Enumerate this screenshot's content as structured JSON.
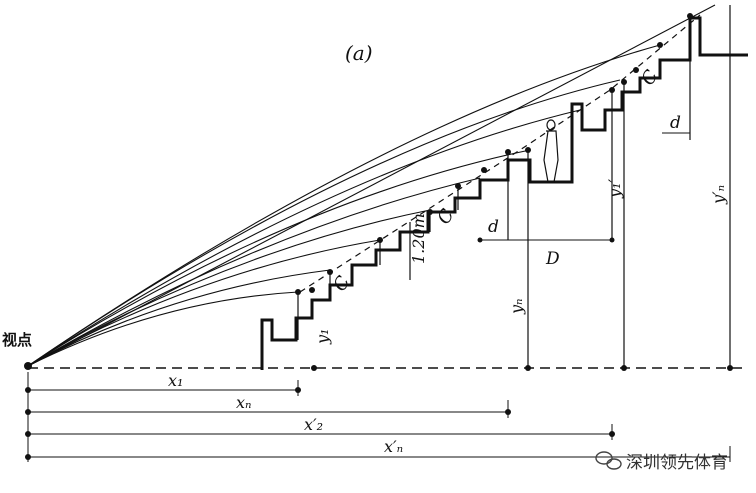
{
  "figure_label": "(a)",
  "viewpoint_label": "视点",
  "watermark": "深圳领先体育",
  "labels": {
    "C": "C",
    "d": "d",
    "D": "D",
    "height": "1.20m",
    "x1": "x₁",
    "xn": "xₙ",
    "x2p": "x′₂",
    "xnp": "x′ₙ",
    "y1": "y₁",
    "yn": "yₙ",
    "y1p": "y₁′",
    "ynp": "y′ₙ"
  },
  "colors": {
    "ink": "#111111",
    "paper": "#ffffff"
  },
  "icons": {
    "watermark": "wechat-icon"
  }
}
